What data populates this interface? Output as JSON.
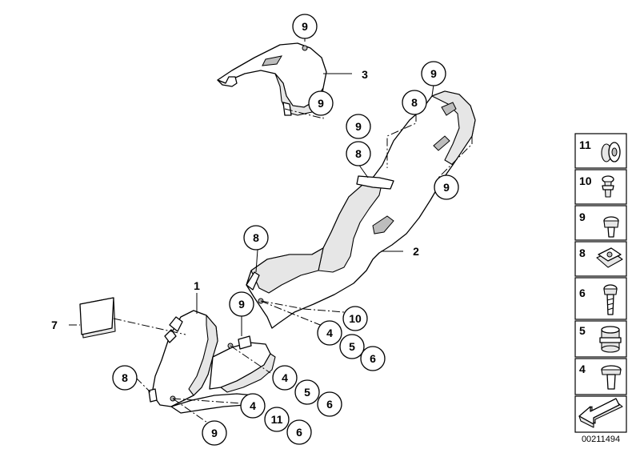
{
  "diagram": {
    "callouts": [
      {
        "id": "c-3-9top",
        "label": "9"
      },
      {
        "id": "c-3",
        "label": "3"
      },
      {
        "id": "c-3-9side",
        "label": "9"
      },
      {
        "id": "c-2-9top",
        "label": "9"
      },
      {
        "id": "c-2-8top",
        "label": "8"
      },
      {
        "id": "c-2-9mid",
        "label": "9"
      },
      {
        "id": "c-2-8mid",
        "label": "8"
      },
      {
        "id": "c-2-9right",
        "label": "9"
      },
      {
        "id": "c-2",
        "label": "2"
      },
      {
        "id": "c-2-8left",
        "label": "8"
      },
      {
        "id": "c-2-10",
        "label": "10"
      },
      {
        "id": "c-2-4",
        "label": "4"
      },
      {
        "id": "c-2-5",
        "label": "5"
      },
      {
        "id": "c-2-6",
        "label": "6"
      },
      {
        "id": "c-1",
        "label": "1"
      },
      {
        "id": "c-7",
        "label": "7"
      },
      {
        "id": "c-1-9top",
        "label": "9"
      },
      {
        "id": "c-1-4a",
        "label": "4"
      },
      {
        "id": "c-1-5",
        "label": "5"
      },
      {
        "id": "c-1-6a",
        "label": "6"
      },
      {
        "id": "c-1-8",
        "label": "8"
      },
      {
        "id": "c-1-4b",
        "label": "4"
      },
      {
        "id": "c-1-11",
        "label": "11"
      },
      {
        "id": "c-1-6b",
        "label": "6"
      },
      {
        "id": "c-1-9bottom",
        "label": "9"
      }
    ],
    "legend": [
      {
        "label": "11",
        "icon": "rubber-grommet-icon"
      },
      {
        "label": "10",
        "icon": "expanding-rivet-icon"
      },
      {
        "label": "9",
        "icon": "oval-head-screw-icon"
      },
      {
        "label": "8",
        "icon": "clip-nut-icon"
      },
      {
        "label": "6",
        "icon": "long-screw-icon"
      },
      {
        "label": "5",
        "icon": "rubber-bushing-icon"
      },
      {
        "label": "4",
        "icon": "flat-washer-screw-icon"
      }
    ],
    "document_number": "00211494",
    "navigation_icon": "arrow-left-icon"
  }
}
